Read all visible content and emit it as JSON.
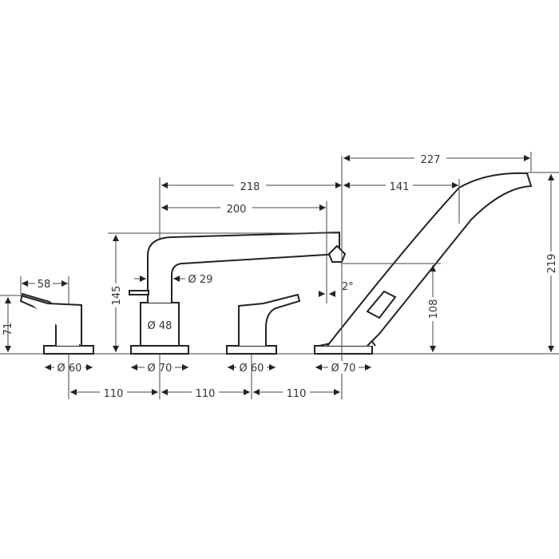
{
  "diagram": {
    "title": "Bath mixer 4-hole rim-mounted dimensions",
    "dimensions": {
      "lever_left_width": "58",
      "lever_left_height": "71",
      "base_left_dia": "Ø 60",
      "spout_height": "145",
      "spout_body_dia": "Ø 48",
      "spout_base_dia": "Ø 70",
      "spout_pipe_dia": "Ø 29",
      "spout_reach_outer": "218",
      "spout_reach_inner": "200",
      "angle": "2°",
      "base_mid_dia": "Ø 60",
      "shower_base_dia": "Ø 70",
      "shower_total_reach": "227",
      "shower_reach": "141",
      "shower_height_low": "108",
      "shower_height_total": "219",
      "spacing_1": "110",
      "spacing_2": "110",
      "spacing_3": "110"
    }
  }
}
